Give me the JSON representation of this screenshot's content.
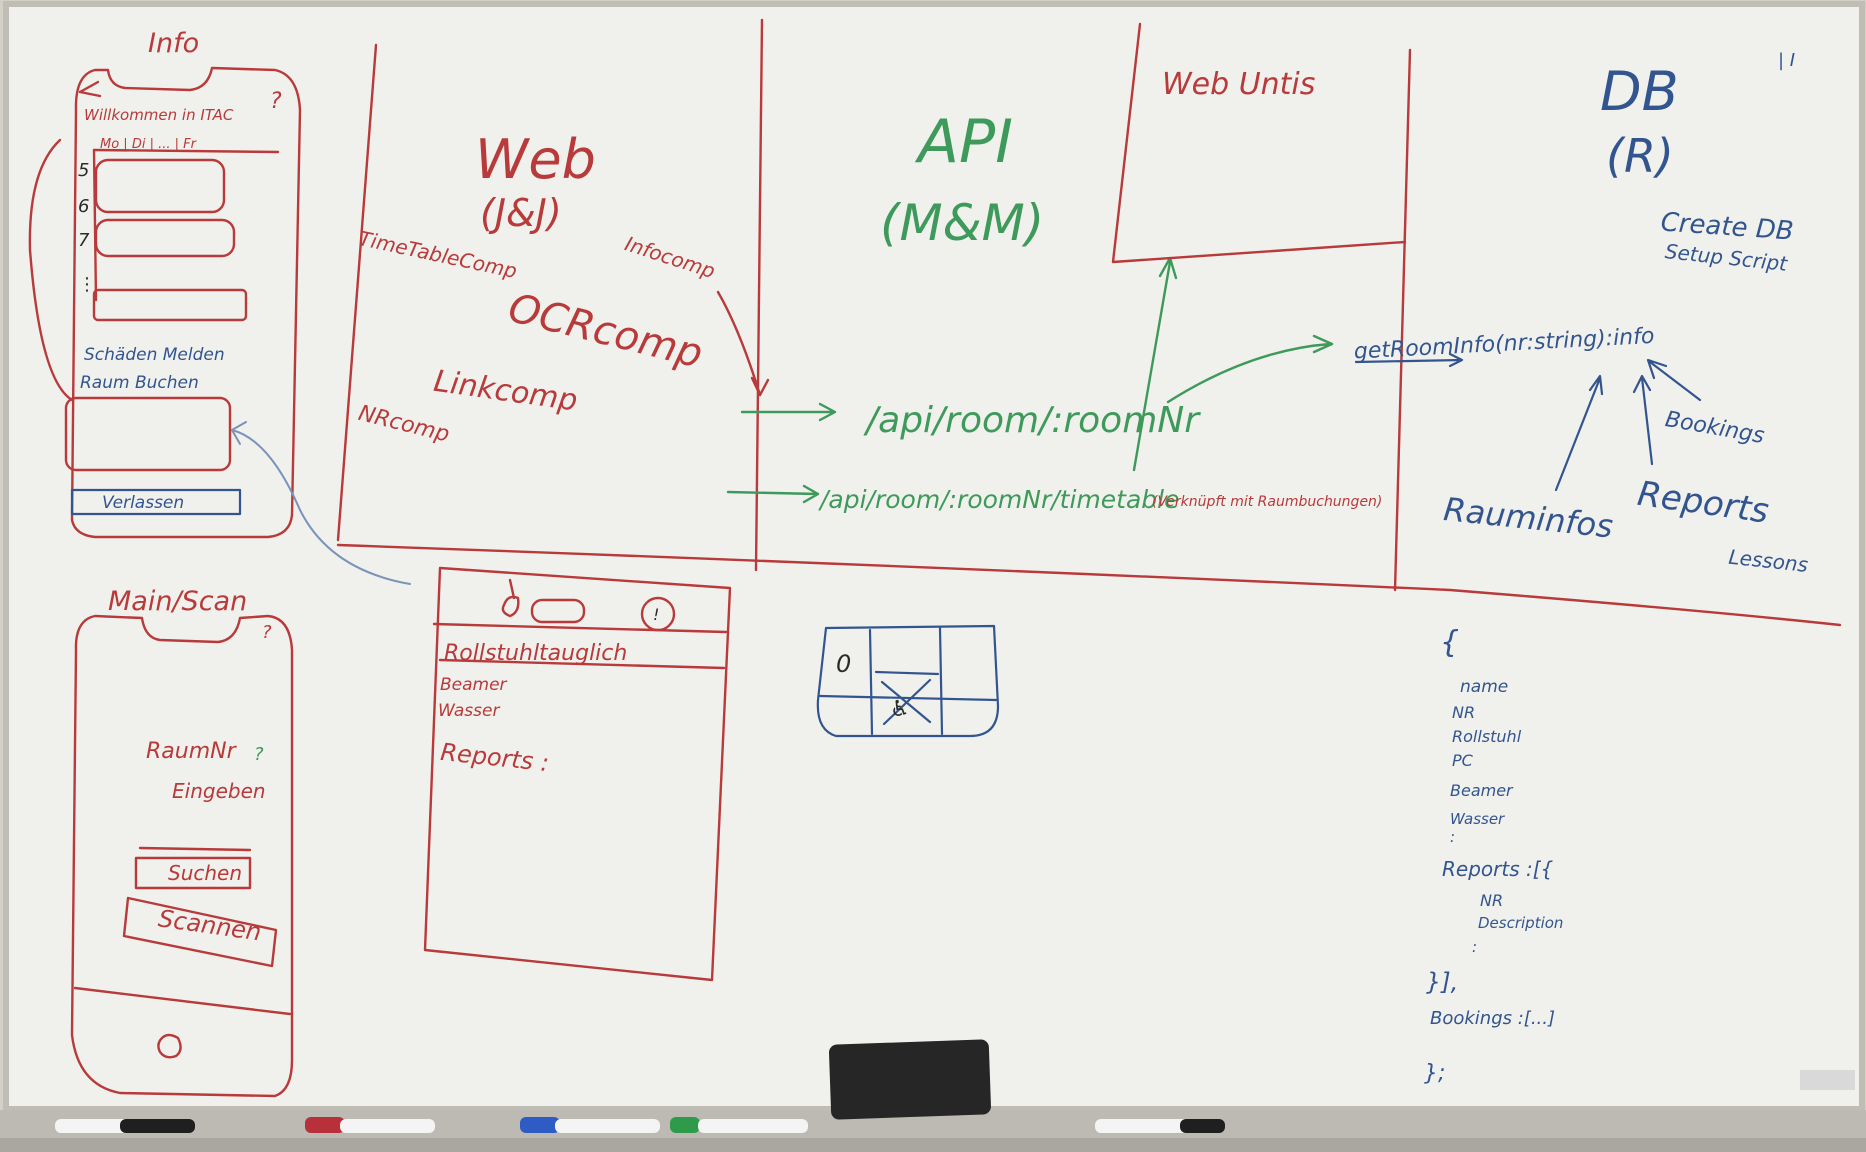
{
  "info_screen": {
    "title": "Info",
    "welcome": "Willkommen in ITAC",
    "header_row": "Mo | Di | ... | Fr",
    "periods": [
      "5",
      "6",
      "7",
      "⋮"
    ],
    "report_damage": "Schäden Melden",
    "book_room": "Raum Buchen",
    "leave_button": "Verlassen"
  },
  "main_screen": {
    "title": "Main/Scan",
    "room_nr": "RaumNr",
    "enter": "Eingeben",
    "search_button": "Suchen",
    "scan_button": "Scannen"
  },
  "web_column": {
    "title": "Web",
    "owner": "(J&J)",
    "components": [
      "TimeTableComp",
      "Infocomp",
      "OCRcomp",
      "Linkcomp",
      "NRcomp"
    ]
  },
  "api_column": {
    "title": "API",
    "owner": "(M&M)",
    "endpoint_room": "/api/room/:roomNr",
    "endpoint_timetable": "/api/room/:roomNr/timetable",
    "timetable_note": "(Verknüpft mit Raumbuchungen)"
  },
  "webuntis": {
    "title": "Web Untis"
  },
  "db_column": {
    "title": "DB",
    "owner": "(R)",
    "create_line1": "Create DB",
    "create_line2": "Setup Script",
    "function": "getRoomInfo(nr:string):info",
    "sources": [
      "Bookings",
      "Reports",
      "Rauminfos",
      "Lessons"
    ]
  },
  "room_detail": {
    "features": [
      "Rollstuhltauglich",
      "Beamer",
      "Wasser"
    ],
    "reports": "Reports :"
  },
  "json_sketch": {
    "lines": [
      "{",
      "name",
      "NR",
      "Rollstuhl",
      "PC",
      "Beamer",
      "Wasser",
      ":",
      "Reports :[{",
      "NR",
      "Description",
      ":",
      "}],",
      "Bookings :[...]",
      "};"
    ]
  },
  "colors": {
    "board": "#f0f0ec",
    "red_marker": "#b83a3a",
    "green_marker": "#3e9a5a",
    "blue_marker": "#33558f",
    "black_marker": "#2b2b2b"
  }
}
